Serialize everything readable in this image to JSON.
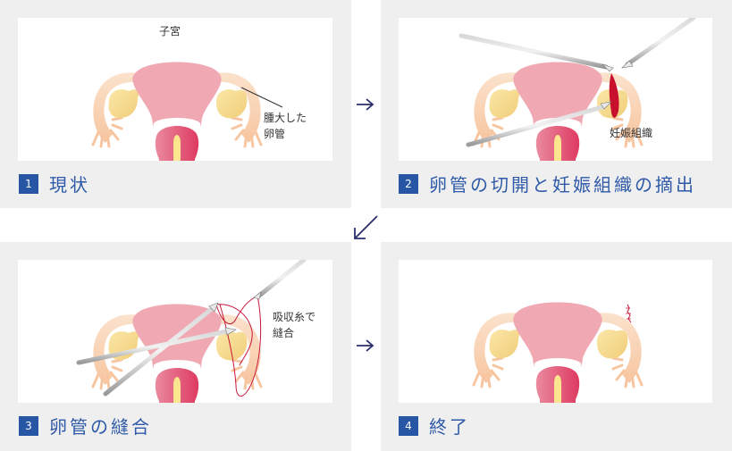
{
  "colors": {
    "panel_bg": "#efeff0",
    "badge_bg": "#2656a4",
    "title_text": "#2e5aa8",
    "arrow": "#2a2f6b",
    "uterus": "#f0a9b3",
    "tube": "#f9d2b2",
    "ovary": "#f6d98a",
    "cervix": "#e3496b",
    "blood": "#c8102e",
    "suture": "#c8163b",
    "instrument": "#b5b5b5"
  },
  "steps": [
    {
      "number": "1",
      "title": "現状",
      "labels": {
        "uterus": "子宮",
        "swollen_tube_line1": "腫大した",
        "swollen_tube_line2": "卵管"
      }
    },
    {
      "number": "2",
      "title": "卵管の切開と妊娠組織の摘出",
      "labels": {
        "tissue": "妊娠組織"
      }
    },
    {
      "number": "3",
      "title": "卵管の縫合",
      "labels": {
        "suture_line1": "吸収糸で",
        "suture_line2": "縫合"
      }
    },
    {
      "number": "4",
      "title": "終了",
      "labels": {}
    }
  ],
  "arrows": [
    {
      "from": "1",
      "to": "2",
      "direction": "right"
    },
    {
      "from": "2",
      "to": "3",
      "direction": "down-left"
    },
    {
      "from": "3",
      "to": "4",
      "direction": "right"
    }
  ]
}
